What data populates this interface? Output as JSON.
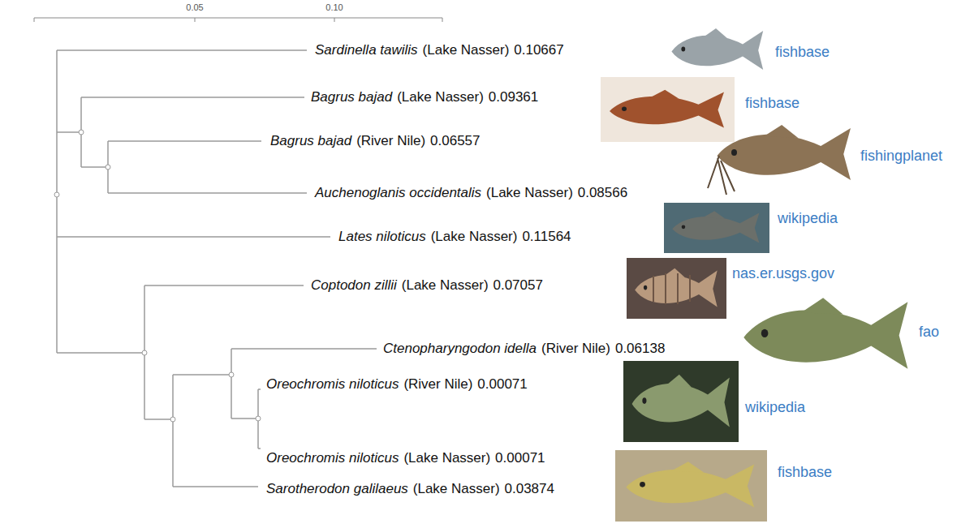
{
  "diagram": {
    "labels": [
      "0.05",
      "0.10",
      "Sardinella tawilis",
      "(Lake Nasser)",
      "0.10667",
      "fishbase",
      "Bagrus bajad",
      "(Lake Nasser)",
      "0.09361",
      "fishbase",
      "Bagrus bajad",
      "(River Nile)",
      "0.06557",
      "fishingplanet",
      "Auchenoglanis occidentalis",
      "(Lake Nasser)",
      "0.08566",
      "wikipedia",
      "Lates niloticus",
      "(Lake Nasser)",
      "0.11564",
      "nas.er.usgs.gov",
      "Coptodon zillii",
      "(Lake Nasser)",
      "0.07057",
      "Ctenopharyngodon idella",
      "(River Nile)",
      "0.06138",
      "fao",
      "Oreochromis niloticus",
      "(River Nile)",
      "0.00071",
      "wikipedia",
      "Oreochromis niloticus",
      "(Lake Nasser)",
      "0.00071",
      "fishbase",
      "Sarotherodon galilaeus",
      "(Lake Nasser)",
      "0.03874"
    ]
  }
}
